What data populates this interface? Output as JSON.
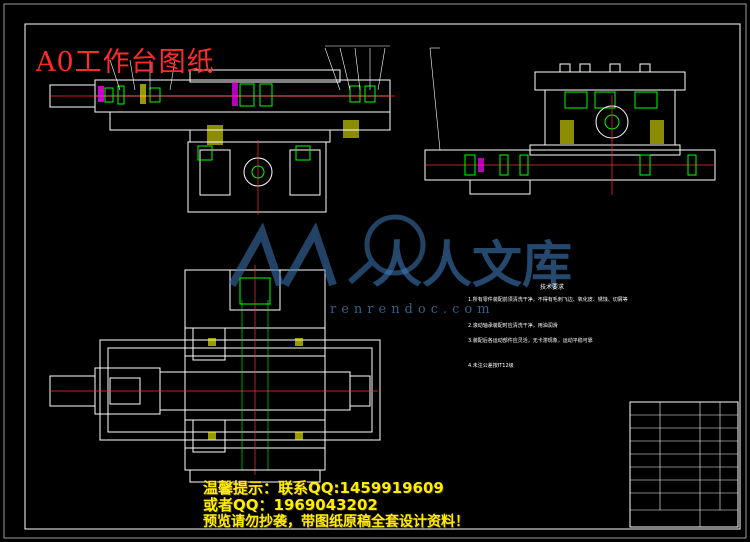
{
  "sheet": {
    "title": "A0工作台图纸",
    "accent_red": "#ff2a2a",
    "line_green": "#00ff00",
    "line_magenta": "#ff00ff",
    "line_yellow": "#ffff00",
    "line_cyan": "#00ffff",
    "background": "#000000"
  },
  "watermark": {
    "brand": "人人文库",
    "site": "renrendoc.com",
    "logo_icon": "magnifier-logo-icon",
    "color": "#3f7ab8"
  },
  "promo": {
    "line1": "温馨提示：联系QQ:1459919609",
    "line2": "或者QQ：1969043202",
    "line3": "预览请勿抄袭，带图纸原稿全套设计资料！",
    "color": "#ffee00"
  },
  "tech_requirements": {
    "title": "技术要求",
    "notes": [
      "1.所有零件装配前须清洗干净，不得有毛刺飞边、氧化皮、锈蚀、切屑等",
      "2.滚动轴承装配时应清洗干净，用油润滑",
      "3.装配后各运动部件应灵活，无卡滞现象，运动平稳可靠",
      "4.未注公差按IT12级"
    ]
  }
}
